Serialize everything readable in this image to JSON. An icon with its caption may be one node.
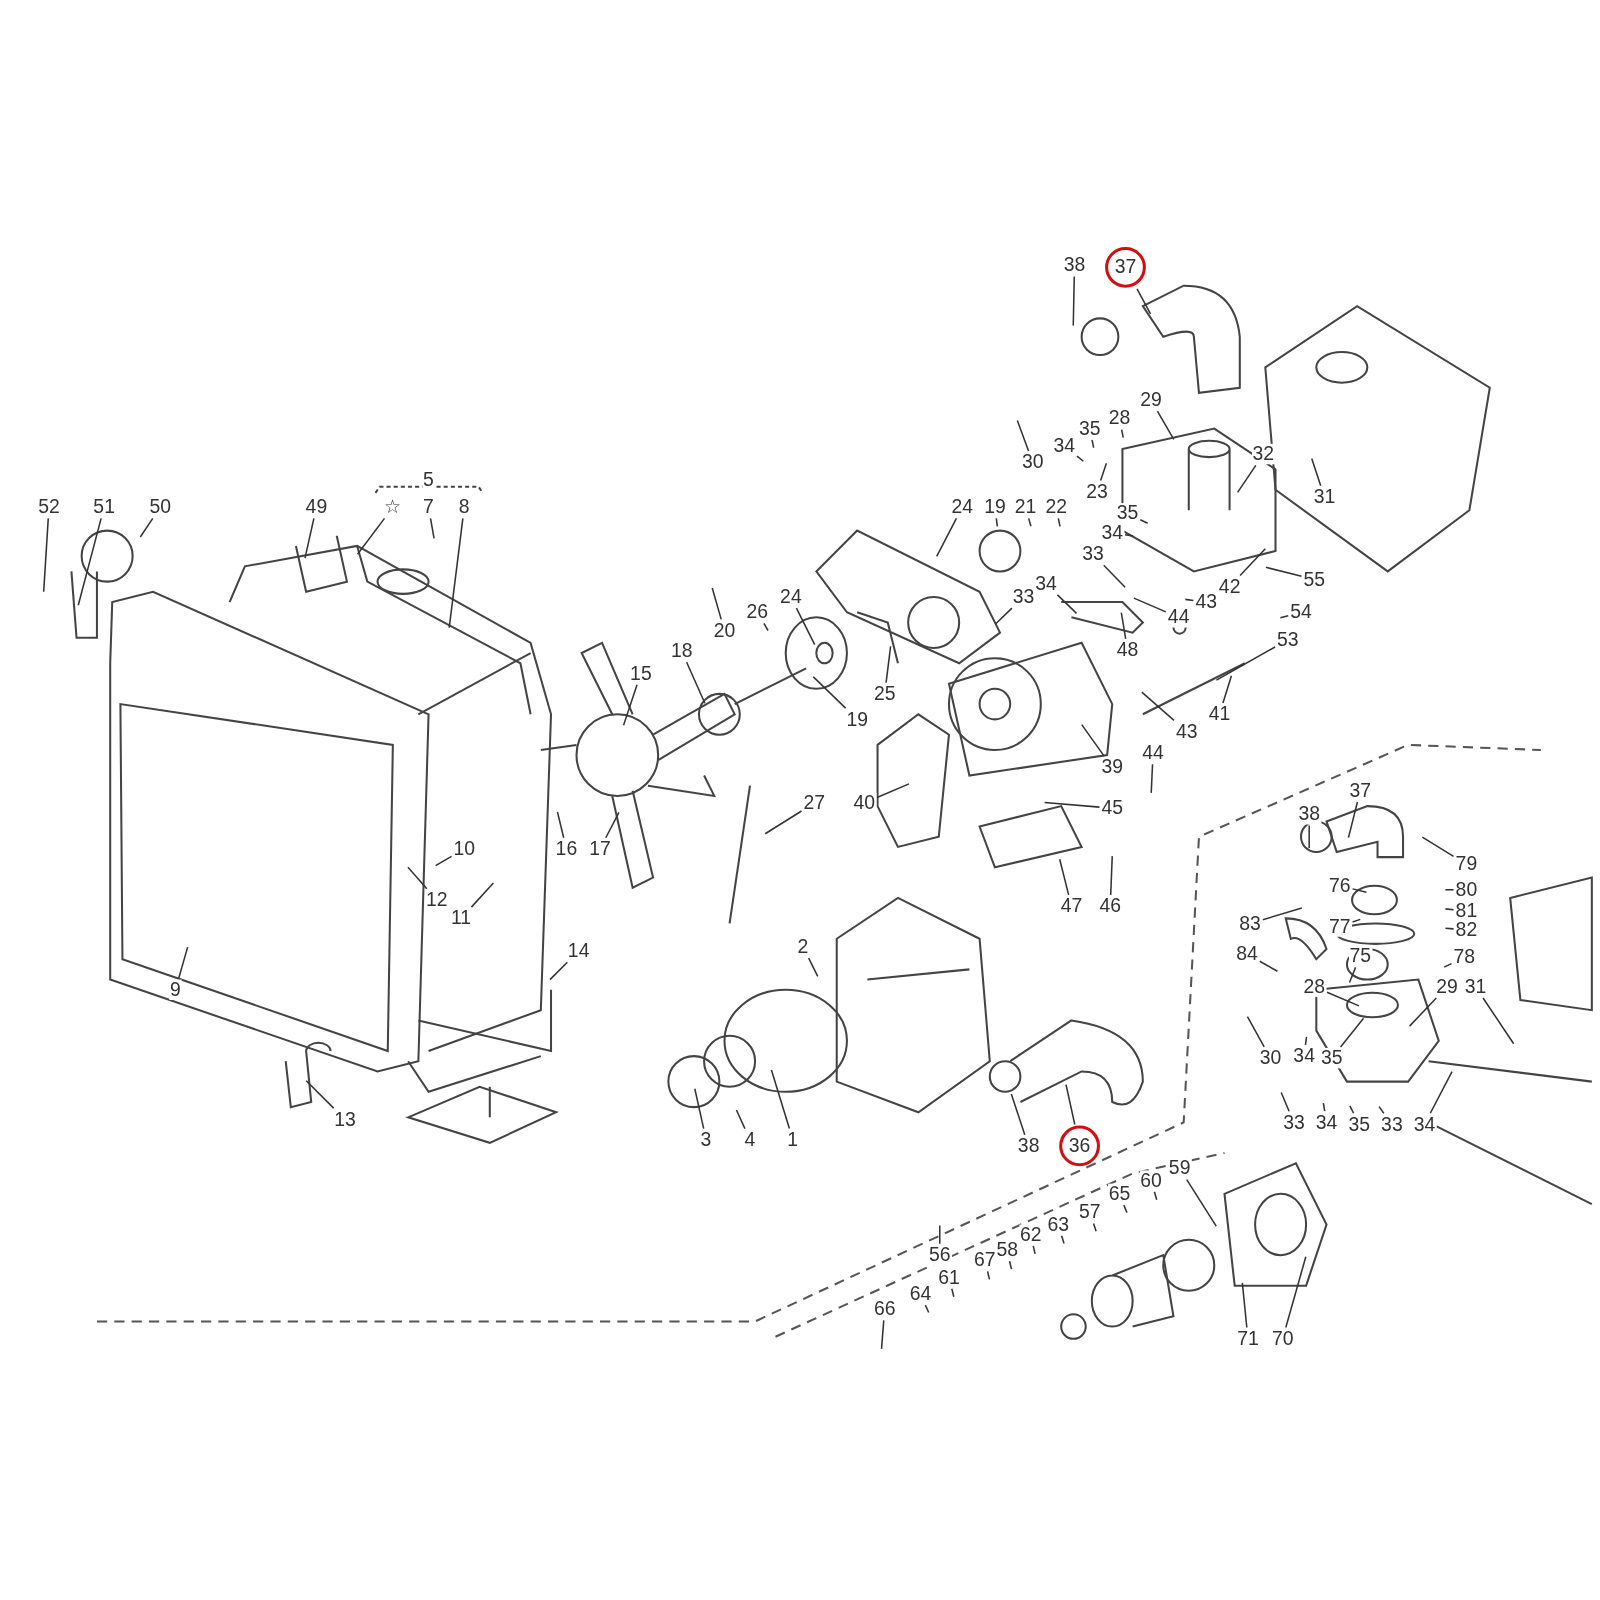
{
  "diagram": {
    "nodes": [
      {
        "text": [
          "52"
        ]
      },
      {
        "text": [
          "51"
        ]
      },
      {
        "text": [
          "50"
        ]
      },
      {
        "text": [
          "49"
        ]
      },
      {
        "text": [
          "☆"
        ]
      },
      {
        "text": [
          "7"
        ]
      },
      {
        "text": [
          "8"
        ]
      },
      {
        "text": [
          "38"
        ]
      },
      {
        "text": [
          "37"
        ]
      },
      {
        "text": [
          "30"
        ]
      },
      {
        "text": [
          "34"
        ]
      },
      {
        "text": [
          "35"
        ]
      },
      {
        "text": [
          "28"
        ]
      },
      {
        "text": [
          "29"
        ]
      },
      {
        "text": [
          "32"
        ]
      },
      {
        "text": [
          "31"
        ]
      },
      {
        "text": [
          "24"
        ]
      },
      {
        "text": [
          "19"
        ]
      },
      {
        "text": [
          "21"
        ]
      },
      {
        "text": [
          "22"
        ]
      },
      {
        "text": [
          "23"
        ]
      },
      {
        "text": [
          "35"
        ]
      },
      {
        "text": [
          "34"
        ]
      },
      {
        "text": [
          "33"
        ]
      },
      {
        "text": [
          "24"
        ]
      },
      {
        "text": [
          "26"
        ]
      },
      {
        "text": [
          "20"
        ]
      },
      {
        "text": [
          "18"
        ]
      },
      {
        "text": [
          "15"
        ]
      },
      {
        "text": [
          "33"
        ]
      },
      {
        "text": [
          "34"
        ]
      },
      {
        "text": [
          "42"
        ]
      },
      {
        "text": [
          "43"
        ]
      },
      {
        "text": [
          "44"
        ]
      },
      {
        "text": [
          "48"
        ]
      },
      {
        "text": [
          "55"
        ]
      },
      {
        "text": [
          "54"
        ]
      },
      {
        "text": [
          "53"
        ]
      },
      {
        "text": [
          "25"
        ]
      },
      {
        "text": [
          "19"
        ]
      },
      {
        "text": [
          "41"
        ]
      },
      {
        "text": [
          "43"
        ]
      },
      {
        "text": [
          "44"
        ]
      },
      {
        "text": [
          "39"
        ]
      },
      {
        "text": [
          "27"
        ]
      },
      {
        "text": [
          "40"
        ]
      },
      {
        "text": [
          "45"
        ]
      },
      {
        "text": [
          "10"
        ]
      },
      {
        "text": [
          "16"
        ]
      },
      {
        "text": [
          "17"
        ]
      },
      {
        "text": [
          "12"
        ]
      },
      {
        "text": [
          "11"
        ]
      },
      {
        "text": [
          "47"
        ]
      },
      {
        "text": [
          "46"
        ]
      },
      {
        "text": [
          "2"
        ]
      },
      {
        "text": [
          "14"
        ]
      },
      {
        "text": [
          "9"
        ]
      },
      {
        "text": [
          "13"
        ]
      },
      {
        "text": [
          "3"
        ]
      },
      {
        "text": [
          "4"
        ]
      },
      {
        "text": [
          "1"
        ]
      },
      {
        "text": [
          "38"
        ]
      },
      {
        "text": [
          "36"
        ]
      },
      {
        "text": [
          "37"
        ]
      },
      {
        "text": [
          "38"
        ]
      },
      {
        "text": [
          "79"
        ]
      },
      {
        "text": [
          "76"
        ]
      },
      {
        "text": [
          "80"
        ]
      },
      {
        "text": [
          "81"
        ]
      },
      {
        "text": [
          "83"
        ]
      },
      {
        "text": [
          "77"
        ]
      },
      {
        "text": [
          "82"
        ]
      },
      {
        "text": [
          "84"
        ]
      },
      {
        "text": [
          "75"
        ]
      },
      {
        "text": [
          "78"
        ]
      },
      {
        "text": [
          "28"
        ]
      },
      {
        "text": [
          "29"
        ]
      },
      {
        "text": [
          "31"
        ]
      },
      {
        "text": [
          "30"
        ]
      },
      {
        "text": [
          "34"
        ]
      },
      {
        "text": [
          "35"
        ]
      },
      {
        "text": [
          "33"
        ]
      },
      {
        "text": [
          "34"
        ]
      },
      {
        "text": [
          "35"
        ]
      },
      {
        "text": [
          "33"
        ]
      },
      {
        "text": [
          "34"
        ]
      },
      {
        "text": [
          "59"
        ]
      },
      {
        "text": [
          "60"
        ]
      },
      {
        "text": [
          "65"
        ]
      },
      {
        "text": [
          "57"
        ]
      },
      {
        "text": [
          "63"
        ]
      },
      {
        "text": [
          "62"
        ]
      },
      {
        "text": [
          "58"
        ]
      },
      {
        "text": [
          "67"
        ]
      },
      {
        "text": [
          "56"
        ]
      },
      {
        "text": [
          "61"
        ]
      },
      {
        "text": [
          "64"
        ]
      },
      {
        "text": [
          "66"
        ]
      },
      {
        "text": [
          "71"
        ]
      },
      {
        "text": [
          "70"
        ]
      }
    ],
    "edges": [
      {
        "from": 0,
        "to": null,
        "arrow": "none"
      },
      {
        "from": 1,
        "to": null,
        "arrow": "none"
      },
      {
        "from": 2,
        "to": null,
        "arrow": "none"
      },
      {
        "from": 3,
        "to": null,
        "arrow": "none"
      },
      {
        "from": 4,
        "to": null,
        "arrow": "none"
      },
      {
        "from": 5,
        "to": null,
        "arrow": "none"
      },
      {
        "from": 6,
        "to": null,
        "arrow": "none"
      },
      {
        "from": 7,
        "to": null,
        "arrow": "none"
      },
      {
        "from": 8,
        "to": null,
        "arrow": "none"
      },
      {
        "from": 9,
        "to": null,
        "arrow": "none"
      },
      {
        "from": 10,
        "to": null,
        "arrow": "none"
      },
      {
        "from": 11,
        "to": null,
        "arrow": "none"
      },
      {
        "from": 12,
        "to": null,
        "arrow": "none"
      },
      {
        "from": 13,
        "to": null,
        "arrow": "none"
      },
      {
        "from": 14,
        "to": null,
        "arrow": "none"
      },
      {
        "from": 15,
        "to": null,
        "arrow": "none"
      },
      {
        "from": 16,
        "to": null,
        "arrow": "none"
      },
      {
        "from": 17,
        "to": null,
        "arrow": "none"
      },
      {
        "from": 18,
        "to": null,
        "arrow": "none"
      },
      {
        "from": 19,
        "to": null,
        "arrow": "none"
      },
      {
        "from": 20,
        "to": null,
        "arrow": "none"
      },
      {
        "from": 21,
        "to": null,
        "arrow": "none"
      },
      {
        "from": 22,
        "to": null,
        "arrow": "none"
      },
      {
        "from": 23,
        "to": null,
        "arrow": "none"
      },
      {
        "from": 24,
        "to": null,
        "arrow": "none"
      },
      {
        "from": 25,
        "to": null,
        "arrow": "none"
      },
      {
        "from": 26,
        "to": null,
        "arrow": "none"
      },
      {
        "from": 27,
        "to": null,
        "arrow": "none"
      },
      {
        "from": 28,
        "to": null,
        "arrow": "none"
      },
      {
        "from": 29,
        "to": null,
        "arrow": "none"
      },
      {
        "from": 30,
        "to": null,
        "arrow": "none"
      },
      {
        "from": 31,
        "to": null,
        "arrow": "none"
      },
      {
        "from": 32,
        "to": null,
        "arrow": "none"
      },
      {
        "from": 33,
        "to": null,
        "arrow": "none"
      },
      {
        "from": 34,
        "to": null,
        "arrow": "none"
      },
      {
        "from": 35,
        "to": null,
        "arrow": "none"
      },
      {
        "from": 36,
        "to": null,
        "arrow": "none"
      },
      {
        "from": 37,
        "to": null,
        "arrow": "none"
      },
      {
        "from": 38,
        "to": null,
        "arrow": "none"
      },
      {
        "from": 39,
        "to": null,
        "arrow": "none"
      },
      {
        "from": 40,
        "to": null,
        "arrow": "none"
      },
      {
        "from": 41,
        "to": null,
        "arrow": "none"
      },
      {
        "from": 42,
        "to": null,
        "arrow": "none"
      },
      {
        "from": 43,
        "to": null,
        "arrow": "none"
      },
      {
        "from": 44,
        "to": null,
        "arrow": "none"
      },
      {
        "from": 45,
        "to": null,
        "arrow": "none"
      },
      {
        "from": 46,
        "to": null,
        "arrow": "none"
      },
      {
        "from": 47,
        "to": null,
        "arrow": "none"
      },
      {
        "from": 48,
        "to": null,
        "arrow": "none"
      },
      {
        "from": 49,
        "to": null,
        "arrow": "none"
      },
      {
        "from": 50,
        "to": null,
        "arrow": "none"
      },
      {
        "from": 51,
        "to": null,
        "arrow": "none"
      },
      {
        "from": 52,
        "to": null,
        "arrow": "none"
      },
      {
        "from": 53,
        "to": null,
        "arrow": "none"
      },
      {
        "from": 54,
        "to": null,
        "arrow": "none"
      },
      {
        "from": 55,
        "to": null,
        "arrow": "none"
      },
      {
        "from": 56,
        "to": null,
        "arrow": "none"
      },
      {
        "from": 57,
        "to": null,
        "arrow": "none"
      },
      {
        "from": 58,
        "to": null,
        "arrow": "none"
      },
      {
        "from": 59,
        "to": null,
        "arrow": "none"
      },
      {
        "from": 60,
        "to": null,
        "arrow": "none"
      },
      {
        "from": 61,
        "to": null,
        "arrow": "none"
      },
      {
        "from": 62,
        "to": null,
        "arrow": "none"
      },
      {
        "from": 63,
        "to": null,
        "arrow": "none"
      },
      {
        "from": 64,
        "to": null,
        "arrow": "none"
      },
      {
        "from": 65,
        "to": null,
        "arrow": "none"
      },
      {
        "from": 66,
        "to": null,
        "arrow": "none"
      },
      {
        "from": 67,
        "to": null,
        "arrow": "none"
      },
      {
        "from": 68,
        "to": null,
        "arrow": "none"
      },
      {
        "from": 69,
        "to": null,
        "arrow": "none"
      },
      {
        "from": 70,
        "to": null,
        "arrow": "none"
      },
      {
        "from": 71,
        "to": null,
        "arrow": "none"
      },
      {
        "from": 72,
        "to": null,
        "arrow": "none"
      },
      {
        "from": 73,
        "to": null,
        "arrow": "none"
      },
      {
        "from": 74,
        "to": null,
        "arrow": "none"
      },
      {
        "from": 75,
        "to": null,
        "arrow": "none"
      },
      {
        "from": 76,
        "to": null,
        "arrow": "none"
      },
      {
        "from": 77,
        "to": null,
        "arrow": "none"
      },
      {
        "from": 78,
        "to": null,
        "arrow": "none"
      },
      {
        "from": 79,
        "to": null,
        "arrow": "none"
      },
      {
        "from": 80,
        "to": null,
        "arrow": "none"
      },
      {
        "from": 81,
        "to": null,
        "arrow": "none"
      },
      {
        "from": 82,
        "to": null,
        "arrow": "none"
      },
      {
        "from": 83,
        "to": null,
        "arrow": "none"
      },
      {
        "from": 84,
        "to": null,
        "arrow": "none"
      },
      {
        "from": 85,
        "to": null,
        "arrow": "none"
      },
      {
        "from": 86,
        "to": null,
        "arrow": "none"
      },
      {
        "from": 87,
        "to": null,
        "arrow": "none"
      },
      {
        "from": 88,
        "to": null,
        "arrow": "none"
      },
      {
        "from": 89,
        "to": null,
        "arrow": "none"
      },
      {
        "from": 90,
        "to": null,
        "arrow": "none"
      },
      {
        "from": 91,
        "to": null,
        "arrow": "none"
      },
      {
        "from": 92,
        "to": null,
        "arrow": "none"
      },
      {
        "from": 93,
        "to": null,
        "arrow": "none"
      },
      {
        "from": 94,
        "to": null,
        "arrow": "none"
      },
      {
        "from": 95,
        "to": null,
        "arrow": "none"
      },
      {
        "from": 96,
        "to": null,
        "arrow": "none"
      },
      {
        "from": 97,
        "to": null,
        "arrow": "none"
      },
      {
        "from": 98,
        "to": null,
        "arrow": "none"
      },
      {
        "from": 99,
        "to": null,
        "arrow": "none"
      }
    ],
    "labels": [
      "5"
    ]
  }
}
